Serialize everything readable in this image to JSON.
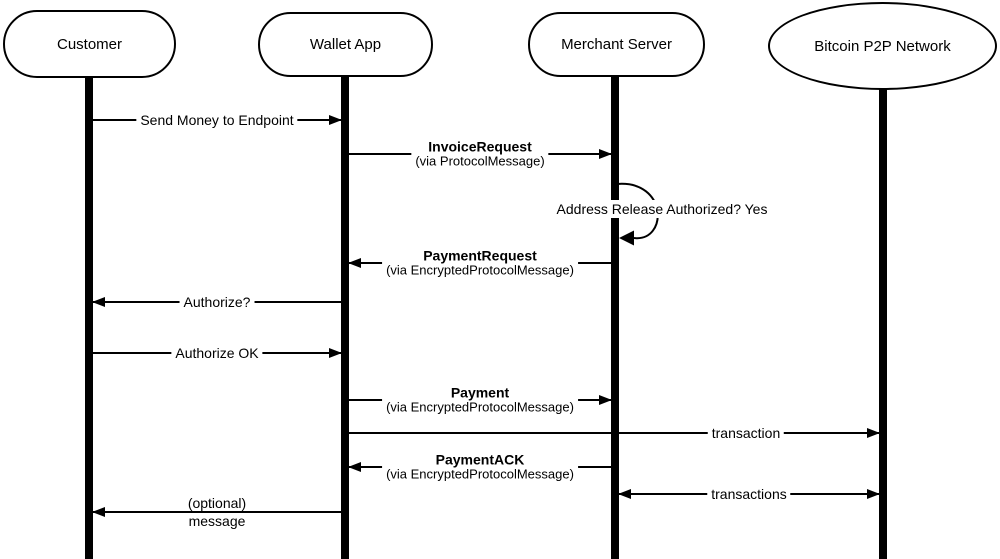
{
  "diagram": {
    "type": "sequence",
    "background_color": "#ffffff",
    "line_color": "#000000",
    "actors": [
      {
        "name": "Customer",
        "shape": "stadium"
      },
      {
        "name": "Wallet App",
        "shape": "stadium"
      },
      {
        "name": "Merchant Server",
        "shape": "stadium"
      },
      {
        "name": "Bitcoin P2P Network",
        "shape": "ellipse"
      }
    ],
    "messages": [
      {
        "label": "Send Money to Endpoint",
        "from": "Customer",
        "to": "Wallet App"
      },
      {
        "title": "InvoiceRequest",
        "via": "(via ProtocolMessage)",
        "from": "Wallet App",
        "to": "Merchant Server"
      },
      {
        "label": "Address Release Authorized? Yes",
        "from": "Merchant Server",
        "to": "Merchant Server",
        "self_message": true
      },
      {
        "title": "PaymentRequest",
        "via": "(via EncryptedProtocolMessage)",
        "from": "Merchant Server",
        "to": "Wallet App"
      },
      {
        "label": "Authorize?",
        "from": "Wallet App",
        "to": "Customer"
      },
      {
        "label": "Authorize OK",
        "from": "Customer",
        "to": "Wallet App"
      },
      {
        "title": "Payment",
        "via": "(via EncryptedProtocolMessage)",
        "from": "Wallet App",
        "to": "Merchant Server"
      },
      {
        "label": "transaction",
        "from": "Wallet App",
        "to": "Bitcoin P2P Network"
      },
      {
        "title": "PaymentACK",
        "via": "(via EncryptedProtocolMessage)",
        "from": "Merchant Server",
        "to": "Wallet App"
      },
      {
        "label": "transactions",
        "from": "Merchant Server",
        "to": "Bitcoin P2P Network",
        "bidirectional": true
      },
      {
        "line1": "(optional)",
        "line2": "message",
        "from": "Wallet App",
        "to": "Customer"
      }
    ]
  }
}
